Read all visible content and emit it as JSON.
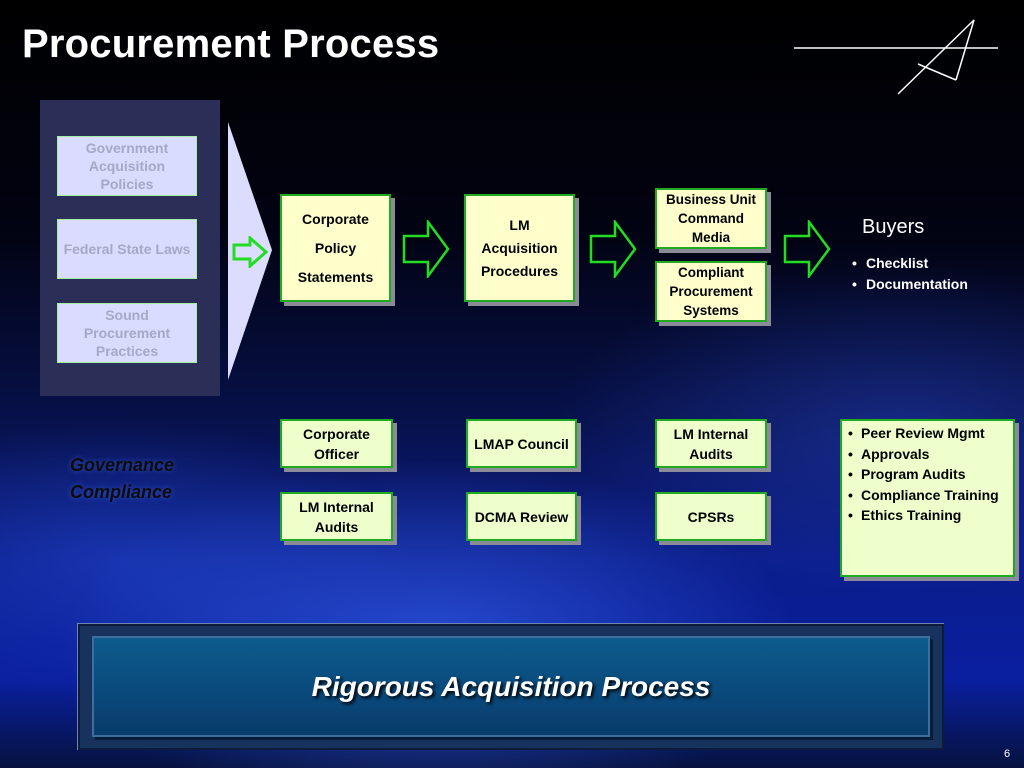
{
  "slide": {
    "title": "Procurement Process",
    "page_number": "6"
  },
  "governance_inputs": [
    {
      "label": "Government Acquisition Policies"
    },
    {
      "label": "Federal State Laws"
    },
    {
      "label": "Sound Procurement Practices"
    }
  ],
  "governance_label": {
    "line1": "Governance",
    "line2": "Compliance"
  },
  "process": {
    "corporate_policy": "Corporate Policy Statements",
    "lm_procedures": "LM Acquisition Procedures",
    "business_unit_media": "Business Unit Command Media",
    "compliant_systems": "Compliant Procurement Systems"
  },
  "buyers": {
    "title": "Buyers",
    "items": [
      "Checklist",
      "Documentation"
    ]
  },
  "oversight": {
    "row1": [
      "Corporate Officer",
      "LMAP Council",
      "LM Internal Audits"
    ],
    "row2": [
      "LM Internal Audits",
      "DCMA Review",
      "CPSRs"
    ],
    "list": [
      "Peer Review Mgmt",
      "Approvals",
      "Program Audits",
      "Compliance Training",
      "Ethics Training"
    ]
  },
  "banner": {
    "text": "Rigorous Acquisition Process"
  },
  "colors": {
    "box_fill_yellow": "#ffffcc",
    "box_fill_green": "#eeffcc",
    "border_green": "#1faa1f",
    "arrow_green": "#22dd22",
    "banner_blue": "#0a4a7c"
  }
}
